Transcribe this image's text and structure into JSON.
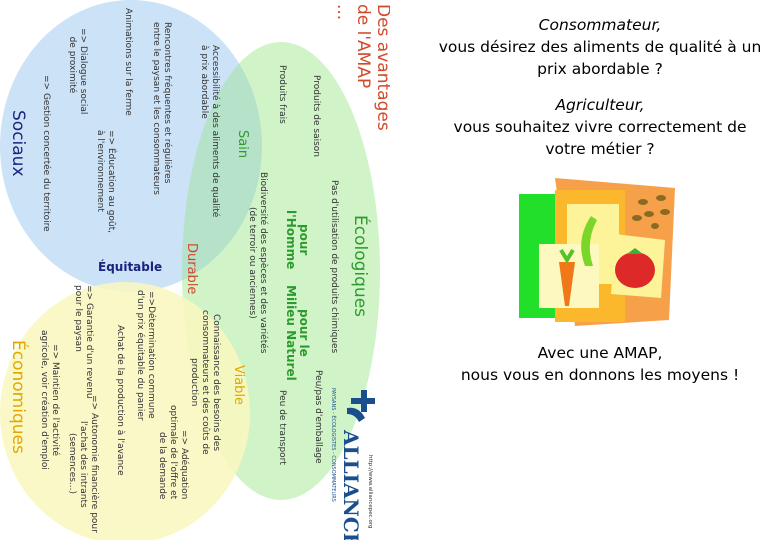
{
  "diagram": {
    "title": "Des avantages\nde l'AMAP\n...",
    "colors": {
      "sociaux": "#cbe2f7",
      "ecologiques": "#d3f4cc",
      "economiques": "#fbf8c4",
      "overlap_sain": "#b0dcd8",
      "overlap_equitable": "#dfedd6",
      "overlap_viable": "#e6f6c4",
      "title_red": "#d2492a",
      "green_label": "#2e9a2e",
      "blue_label": "#1a237e",
      "yellow_label": "#e0a800"
    },
    "sets": {
      "sociaux": {
        "label": "Sociaux",
        "items": [
          "Rencontres fréquentes et régulières\nentre le paysan et les consommateurs",
          "Animations sur la ferme",
          "=> Dialogue social\n   de proximité",
          "=> Éducation au goût,\nà l'environnement",
          "=> Gestion concertée du territoire"
        ]
      },
      "ecologiques": {
        "label": "Écologiques",
        "items": [
          "Produits de saison",
          "Produits frais",
          "Pas d'utilisation de produits chimiques",
          "Biodiversité des espèces et des variétés\n(de terroir ou anciennes)",
          "Peu/pas d'emballage",
          "Peu de transport"
        ],
        "pour_homme": "pour\nl'Homme",
        "pour_milieu": "pour le\nMilieu Naturel"
      },
      "economiques": {
        "label": "Économiques",
        "items": [
          "Achat de la production à l'avance",
          "=> Autonomie financière pour\nl'achat des intrants\n(semences...)",
          "=> Garantie d'un revenu\npour le paysan",
          "=> Maintien de l'activité\nagricole, voir création d'emploi"
        ]
      }
    },
    "overlaps": {
      "sain": {
        "label": "Sain",
        "items": [
          "Accessibilité à des aliments de qualité\nà prix abordable"
        ]
      },
      "equitable": {
        "label": "Équitable",
        "items": [
          "=>Détermination commune\nd'un prix équitable du panier"
        ]
      },
      "viable": {
        "label": "Viable",
        "items": [
          "Connaissance des besoins des\nconsommateurs et des coûts de\nproduction",
          "=> Adéquation\noptimale de l'offre et\nde la demande"
        ]
      },
      "durable": {
        "label": "Durable"
      }
    },
    "logo": {
      "name": "ALLIANCE",
      "tagline": "PAYSANS - ÉCOLOGISTES - CONSOMMATEURS",
      "url": "http://www.alliancepec.org"
    }
  },
  "promo": {
    "consommateur_label": "Consommateur,",
    "consommateur_text": "vous désirez des aliments de qualité à un\nprix abordable ?",
    "agriculteur_label": "Agriculteur,",
    "agriculteur_text": "vous souhaitez vivre correctement de\nvotre métier ?",
    "image": "vegetables-clipart",
    "closing_line1": "Avec une AMAP,",
    "closing_line2": "nous vous en donnons les moyens !"
  }
}
